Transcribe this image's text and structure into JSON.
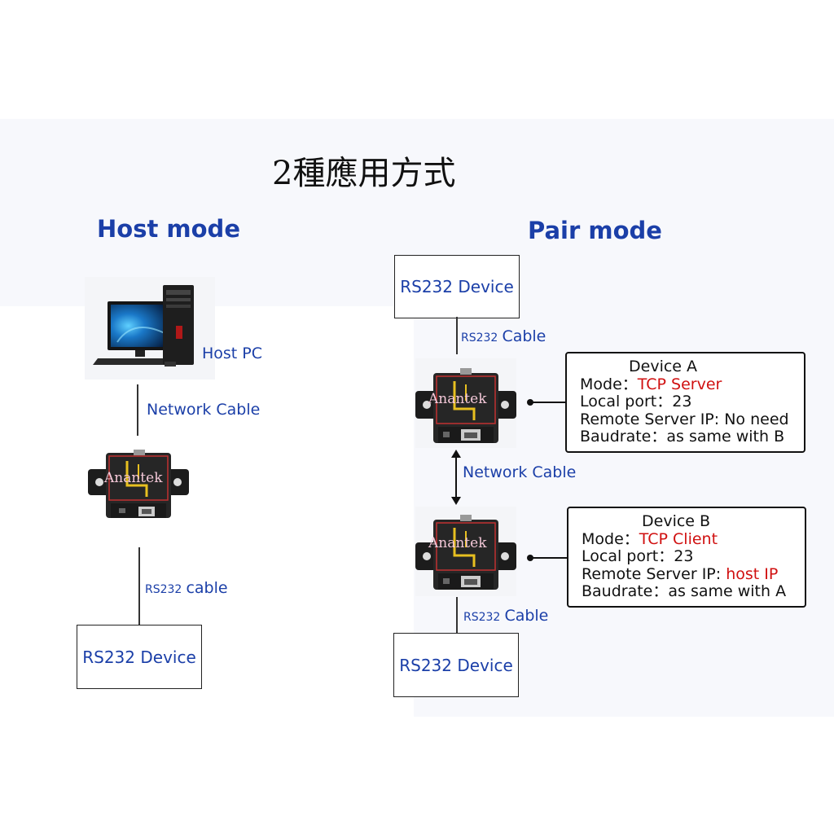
{
  "title": "2種應用方式",
  "host_mode": {
    "heading": "Host mode",
    "pc_label": "Host PC",
    "network_cable": "Network Cable",
    "cable_prefix": "RS232",
    "cable_suffix": "cable",
    "device": "RS232 Device",
    "brand": "Anantek"
  },
  "pair_mode": {
    "heading": "Pair mode",
    "top_device": "RS232 Device",
    "bottom_device": "RS232 Device",
    "cable_prefix": "RS232",
    "cable_suffix": "Cable",
    "network_cable": "Network Cable",
    "brand": "Anantek",
    "device_a": {
      "name": "Device A",
      "mode_label": "Mode：",
      "mode_value": "TCP Server",
      "local_port": "Local port：23",
      "remote_label": "Remote Server IP:",
      "remote_value": "No need",
      "baudrate": "Baudrate：as same with B"
    },
    "device_b": {
      "name": "Device B",
      "mode_label": "Mode：",
      "mode_value": "TCP Client",
      "local_port": "Local port：23",
      "remote_label": "Remote Server IP:",
      "remote_value": "host IP",
      "baudrate": "Baudrate：as same with A"
    }
  },
  "colors": {
    "label_blue": "#1b3fa8",
    "highlight_red": "#d01010"
  }
}
